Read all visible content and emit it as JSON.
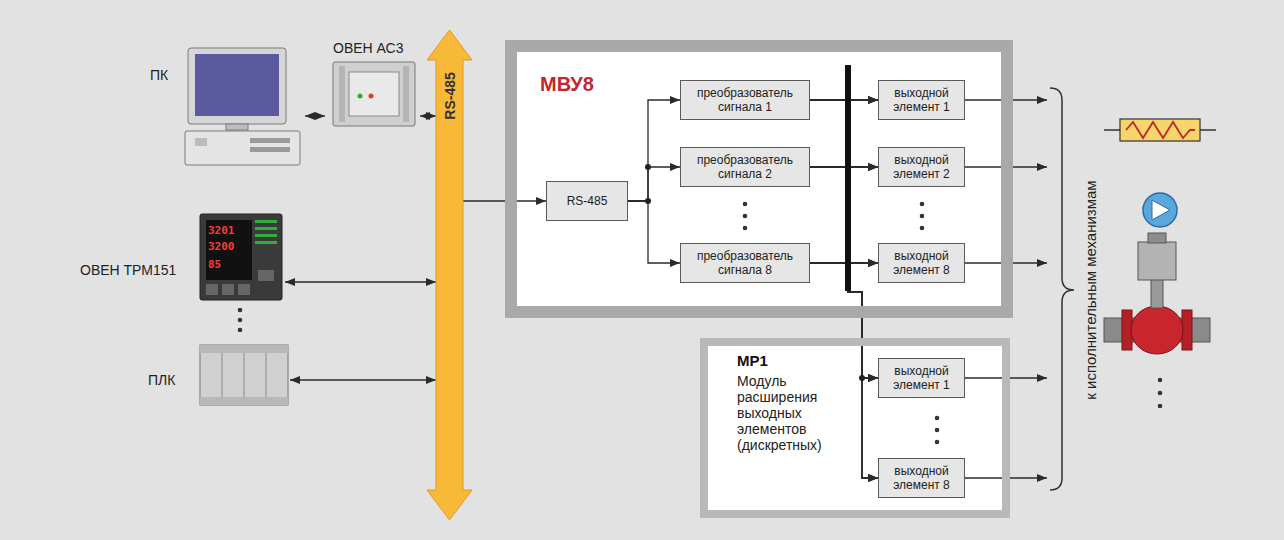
{
  "diagram": {
    "nodes": [
      {
        "text": [
          "ПК"
        ]
      },
      {
        "text": [
          "ОВЕН АС3"
        ]
      },
      {
        "text": [
          "ОВЕН ТРМ151"
        ]
      },
      {
        "text": [
          "ПЛК"
        ]
      },
      {
        "text": [
          "RS-485"
        ]
      },
      {
        "text": [
          "МВУ8"
        ]
      },
      {
        "text": [
          "RS-485"
        ],
        "in": 5
      },
      {
        "text": [
          "преобразователь сигнала 1"
        ],
        "in": 5
      },
      {
        "text": [
          "преобразователь сигнала 2"
        ],
        "in": 5
      },
      {
        "text": [
          "преобразователь сигнала 8"
        ],
        "in": 5
      },
      {
        "text": [
          "выходной элемент 1"
        ],
        "in": 5
      },
      {
        "text": [
          "выходной элемент 2"
        ],
        "in": 5
      },
      {
        "text": [
          "выходной элемент 8"
        ],
        "in": 5
      },
      {
        "text": [
          "МР1",
          "Модуль расширения выходных элементов (дискретных)"
        ]
      },
      {
        "text": [
          "выходной элемент 1"
        ],
        "in": 13
      },
      {
        "text": [
          "выходной элемент 8"
        ],
        "in": 13
      }
    ],
    "edges": [
      {
        "from": 0,
        "to": 1,
        "arrow": "both"
      },
      {
        "from": 1,
        "to": 4,
        "arrow": "both"
      },
      {
        "from": 2,
        "to": 4,
        "arrow": "both"
      },
      {
        "from": 3,
        "to": 4,
        "arrow": "both"
      },
      {
        "from": 4,
        "to": 6,
        "arrow": "to"
      },
      {
        "from": 6,
        "to": 7,
        "arrow": "to"
      },
      {
        "from": 6,
        "to": 8,
        "arrow": "to"
      },
      {
        "from": 6,
        "to": 9,
        "arrow": "to"
      },
      {
        "from": 7,
        "to": 10,
        "arrow": "to"
      },
      {
        "from": 7,
        "to": 11,
        "arrow": "to"
      },
      {
        "from": 7,
        "to": 12,
        "arrow": "to"
      },
      {
        "from": 7,
        "to": 14,
        "arrow": "to"
      },
      {
        "from": 7,
        "to": 15,
        "arrow": "to"
      },
      {
        "from": 8,
        "to": 10,
        "arrow": "to"
      },
      {
        "from": 8,
        "to": 11,
        "arrow": "to"
      },
      {
        "from": 8,
        "to": 12,
        "arrow": "to"
      },
      {
        "from": 8,
        "to": 14,
        "arrow": "to"
      },
      {
        "from": 8,
        "to": 15,
        "arrow": "to"
      },
      {
        "from": 9,
        "to": 10,
        "arrow": "to"
      },
      {
        "from": 9,
        "to": 11,
        "arrow": "to"
      },
      {
        "from": 9,
        "to": 12,
        "arrow": "to"
      },
      {
        "from": 9,
        "to": 14,
        "arrow": "to"
      },
      {
        "from": 9,
        "to": 15,
        "arrow": "to"
      }
    ],
    "labels": [
      "к исполнительным механизмам",
      "3201",
      "3200",
      "85"
    ]
  }
}
